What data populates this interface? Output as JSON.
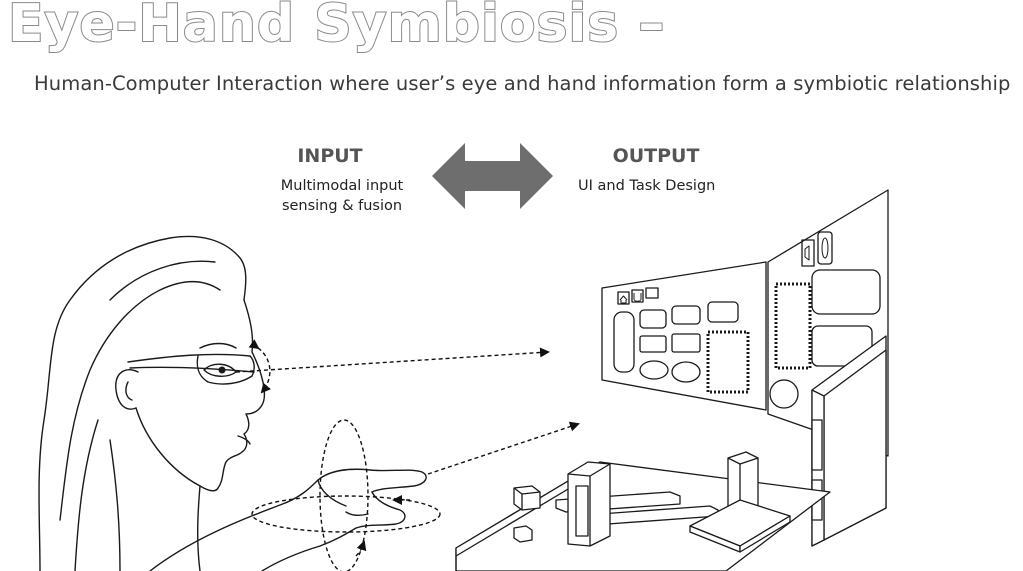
{
  "title": "Eye-Hand Symbiosis –",
  "subtitle": "Human-Computer Interaction where user’s eye and hand information form a symbiotic relationship",
  "input": {
    "heading": "INPUT",
    "lines": [
      "Multimodal input",
      "sensing & fusion"
    ]
  },
  "output": {
    "heading": "OUTPUT",
    "lines": [
      "UI and Task Design"
    ]
  },
  "icons": {
    "io_arrow": "double-headed-arrow-icon",
    "panel1": [
      "home-icon",
      "magnet-icon",
      "tag-icon"
    ],
    "panel2": [
      "speaker-icon",
      "paperclip-icon"
    ]
  },
  "colors": {
    "title_outline": "#8a8a8a",
    "arrow_fill": "#6e6e6e",
    "line": "#1a1a1a"
  }
}
